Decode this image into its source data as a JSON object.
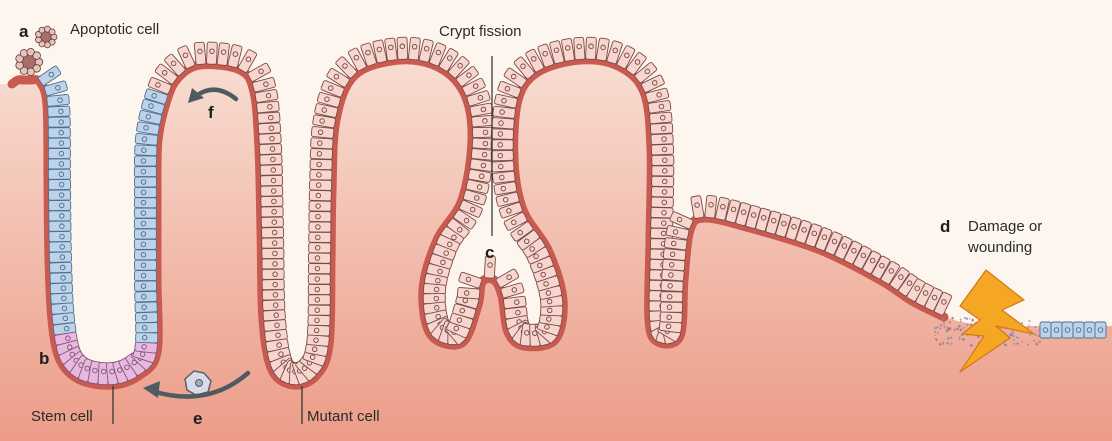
{
  "colors": {
    "background_top": "#fcf6ef",
    "tissue_top": "#f8ddd2",
    "tissue_bottom": "#ec9c88",
    "basement": "#c85a50",
    "cell_fill": "#f7d6cf",
    "cell_stroke": "#7a4a45",
    "stem_cell_fill": "#eab8df",
    "stem_cell_stroke": "#7a5a78",
    "normal_cell_fill": "#bcd3ea",
    "normal_cell_stroke": "#4f6f8f",
    "arrow": "#4f5b63",
    "damage_bolt": "#f5a623"
  },
  "icons": {
    "apoptotic": "apoptotic-cell-icon",
    "migrating": "migrating-cell-icon",
    "damage": "lightning-bolt-icon"
  },
  "labels": {
    "a": {
      "letter": "a",
      "text": "Apoptotic cell"
    },
    "b": {
      "letter": "b",
      "text": "Stem cell"
    },
    "c": {
      "letter": "c",
      "text": "Crypt fission"
    },
    "d": {
      "letter": "d",
      "text": "Damage or",
      "text2": "wounding"
    },
    "e": {
      "letter": "e"
    },
    "f": {
      "letter": "f"
    },
    "mutant": {
      "text": "Mutant cell"
    }
  }
}
